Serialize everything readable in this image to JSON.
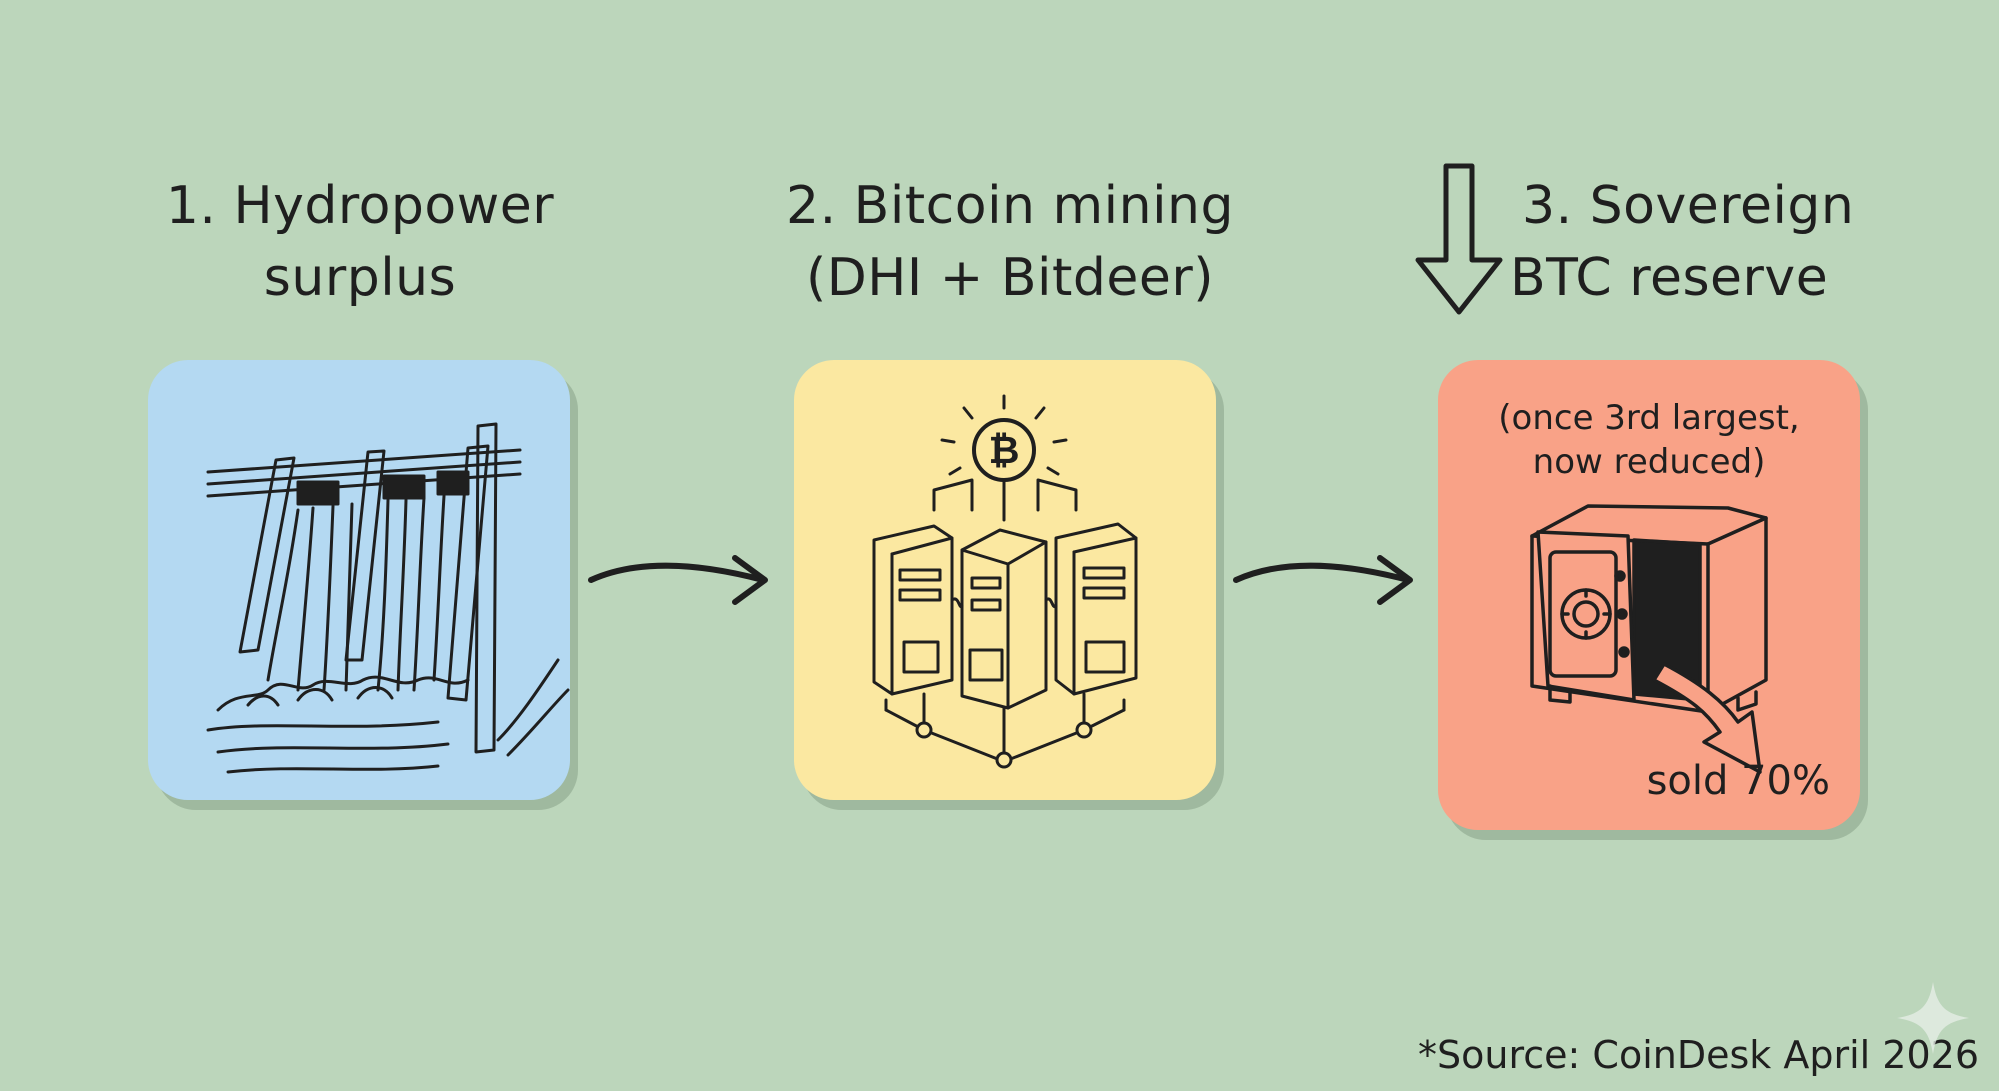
{
  "steps": [
    {
      "title_line1": "1. Hydropower",
      "title_line2": "surplus",
      "icon": "dam-icon",
      "color": "#b4d9f2"
    },
    {
      "title_line1": "2. Bitcoin mining",
      "title_line2": "(DHI + Bitdeer)",
      "icon": "mining-servers-icon",
      "bitcoin_symbol": "₿",
      "color": "#fbe8a1"
    },
    {
      "title_line1": "3. Sovereign",
      "title_line2": "BTC reserve",
      "icon": "safe-icon",
      "note_line1": "(once 3rd largest,",
      "note_line2": "now reduced)",
      "callout": "sold 70%",
      "color": "#f9a287"
    }
  ],
  "source": "*Source: CoinDesk April 2026",
  "icons": [
    "down-arrow-icon",
    "right-arrow-icon",
    "sparkle-icon"
  ]
}
